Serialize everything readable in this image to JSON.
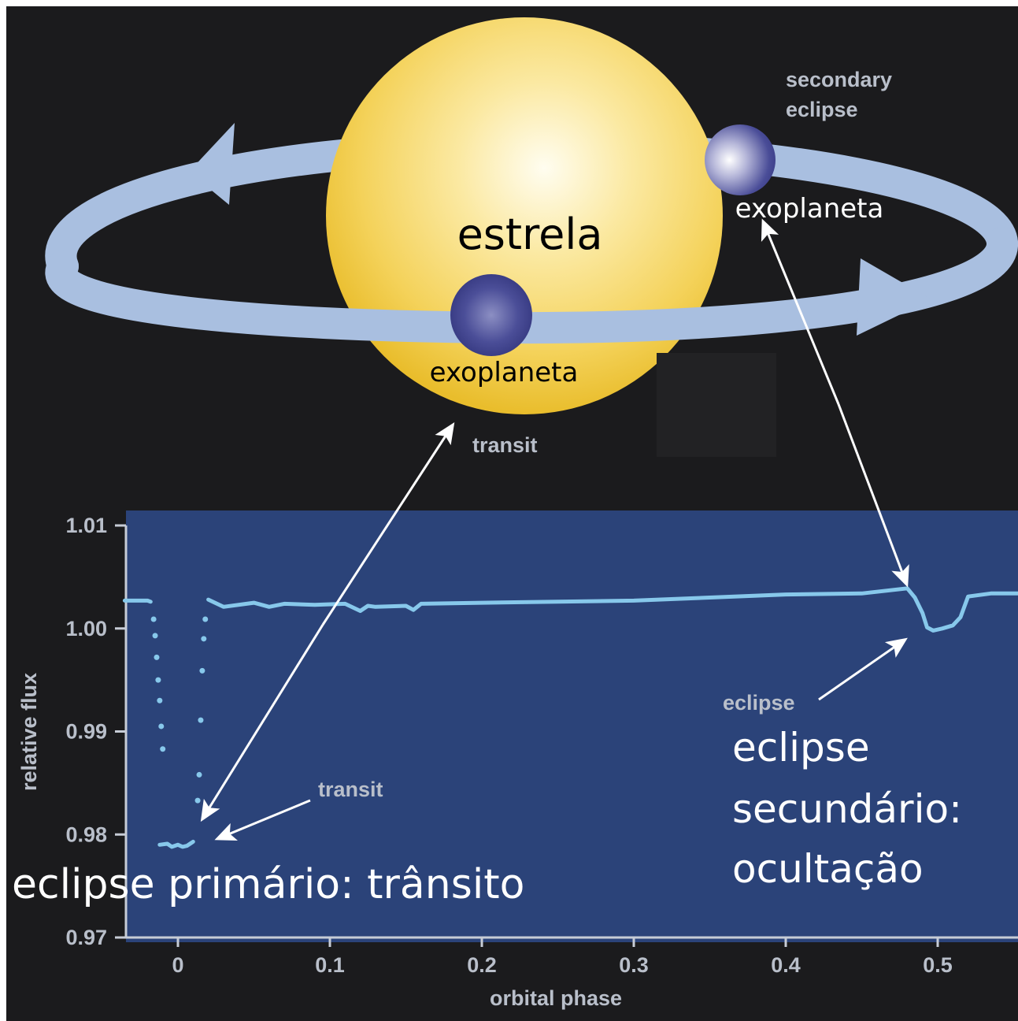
{
  "diagram": {
    "labels": {
      "star": "estrela",
      "planet_transit": "exoplaneta",
      "planet_eclipse": "exoplaneta",
      "secondary_eclipse_line1": "secondary",
      "secondary_eclipse_line2": "eclipse",
      "transit_top": "transit",
      "transit_plot": "transit",
      "eclipse_plot": "eclipse",
      "primary_caption": "eclipse primário: trânsito",
      "secondary_caption_line1": "eclipse",
      "secondary_caption_line2": "secundário:",
      "secondary_caption_line3": "ocultação"
    },
    "colors": {
      "background": "#1b1b1d",
      "plot_background": "#2b4379",
      "curve": "#87c8eb",
      "orbit": "#a9bfe0",
      "star": "#f2cb3c",
      "planet": "#3b3f8f",
      "arrow": "#ffffff"
    }
  },
  "chart_data": {
    "type": "line",
    "xlabel": "orbital phase",
    "ylabel": "relative flux",
    "xlim": [
      -0.035,
      0.56
    ],
    "ylim": [
      0.97,
      1.01
    ],
    "xticks": [
      "0",
      "0.1",
      "0.2",
      "0.3",
      "0.4",
      "0.5"
    ],
    "xtick_values": [
      0,
      0.1,
      0.2,
      0.3,
      0.4,
      0.5
    ],
    "yticks": [
      "1.01",
      "1.00",
      "0.99",
      "0.98",
      "0.97"
    ],
    "ytick_values": [
      1.01,
      1.0,
      0.99,
      0.98,
      0.97
    ],
    "grid": false,
    "series": [
      {
        "style": "solid",
        "x": [
          -0.035,
          -0.02,
          -0.018
        ],
        "y": [
          1.0027,
          1.0027,
          1.0026
        ]
      },
      {
        "style": "dotted",
        "x": [
          -0.016,
          -0.015,
          -0.014,
          -0.013,
          -0.012,
          -0.011,
          -0.01
        ],
        "y": [
          1.0009,
          0.9993,
          0.9972,
          0.995,
          0.993,
          0.9905,
          0.9883
        ]
      },
      {
        "style": "solid",
        "x": [
          -0.012,
          -0.007,
          -0.004,
          0.0,
          0.003,
          0.006,
          0.008,
          0.01
        ],
        "y": [
          0.979,
          0.9791,
          0.9788,
          0.979,
          0.9788,
          0.9789,
          0.9791,
          0.9793
        ]
      },
      {
        "style": "dotted",
        "x": [
          0.013,
          0.014,
          0.015,
          0.016,
          0.017,
          0.018
        ],
        "y": [
          0.9833,
          0.9858,
          0.9911,
          0.9959,
          0.999,
          1.0009
        ]
      },
      {
        "style": "solid",
        "x": [
          0.02,
          0.03,
          0.05,
          0.06,
          0.07,
          0.09,
          0.11,
          0.12,
          0.125,
          0.13,
          0.15,
          0.155,
          0.16,
          0.2,
          0.25,
          0.3,
          0.35,
          0.4,
          0.45,
          0.48,
          0.485,
          0.49,
          0.493,
          0.497,
          0.503,
          0.51,
          0.515,
          0.52,
          0.535,
          0.56
        ],
        "y": [
          1.0028,
          1.0021,
          1.0025,
          1.0021,
          1.0024,
          1.0023,
          1.0024,
          1.0017,
          1.0022,
          1.0021,
          1.0022,
          1.0018,
          1.0024,
          1.0025,
          1.0026,
          1.0027,
          1.003,
          1.0033,
          1.0034,
          1.0039,
          1.003,
          1.0015,
          1.0001,
          0.9998,
          1.0,
          1.0003,
          1.0011,
          1.0031,
          1.0034,
          1.0034
        ]
      }
    ]
  }
}
